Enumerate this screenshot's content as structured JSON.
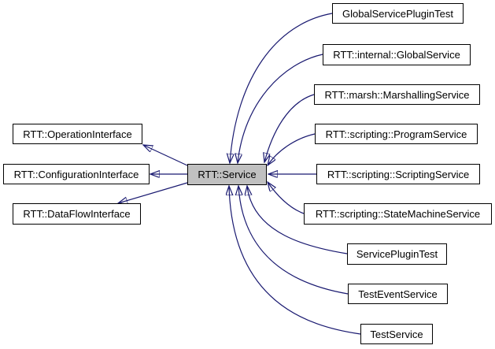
{
  "diagram": {
    "type": "class-inheritance-graph",
    "arrow_semantics": "arrows point from derived class to base class",
    "center": {
      "label": "RTT::Service"
    },
    "bases": [
      {
        "label": "RTT::OperationInterface"
      },
      {
        "label": "RTT::ConfigurationInterface"
      },
      {
        "label": "RTT::DataFlowInterface"
      }
    ],
    "derived": [
      {
        "label": "GlobalServicePluginTest"
      },
      {
        "label": "RTT::internal::GlobalService"
      },
      {
        "label": "RTT::marsh::MarshallingService"
      },
      {
        "label": "RTT::scripting::ProgramService"
      },
      {
        "label": "RTT::scripting::ScriptingService"
      },
      {
        "label": "RTT::scripting::StateMachineService"
      },
      {
        "label": "ServicePluginTest"
      },
      {
        "label": "TestEventService"
      },
      {
        "label": "TestService"
      }
    ],
    "edges": [
      {
        "from": "GlobalServicePluginTest",
        "to": "RTT::Service"
      },
      {
        "from": "RTT::internal::GlobalService",
        "to": "RTT::Service"
      },
      {
        "from": "RTT::marsh::MarshallingService",
        "to": "RTT::Service"
      },
      {
        "from": "RTT::scripting::ProgramService",
        "to": "RTT::Service"
      },
      {
        "from": "RTT::scripting::ScriptingService",
        "to": "RTT::Service"
      },
      {
        "from": "RTT::scripting::StateMachineService",
        "to": "RTT::Service"
      },
      {
        "from": "ServicePluginTest",
        "to": "RTT::Service"
      },
      {
        "from": "TestEventService",
        "to": "RTT::Service"
      },
      {
        "from": "TestService",
        "to": "RTT::Service"
      },
      {
        "from": "RTT::Service",
        "to": "RTT::OperationInterface"
      },
      {
        "from": "RTT::Service",
        "to": "RTT::ConfigurationInterface"
      },
      {
        "from": "RTT::Service",
        "to": "RTT::DataFlowInterface"
      }
    ],
    "colors": {
      "edge": "#191970",
      "node_border": "#000000",
      "node_fill": "#ffffff",
      "highlight_node_fill": "#c0c0c0",
      "text": "#000000",
      "background": "#ffffff"
    }
  }
}
